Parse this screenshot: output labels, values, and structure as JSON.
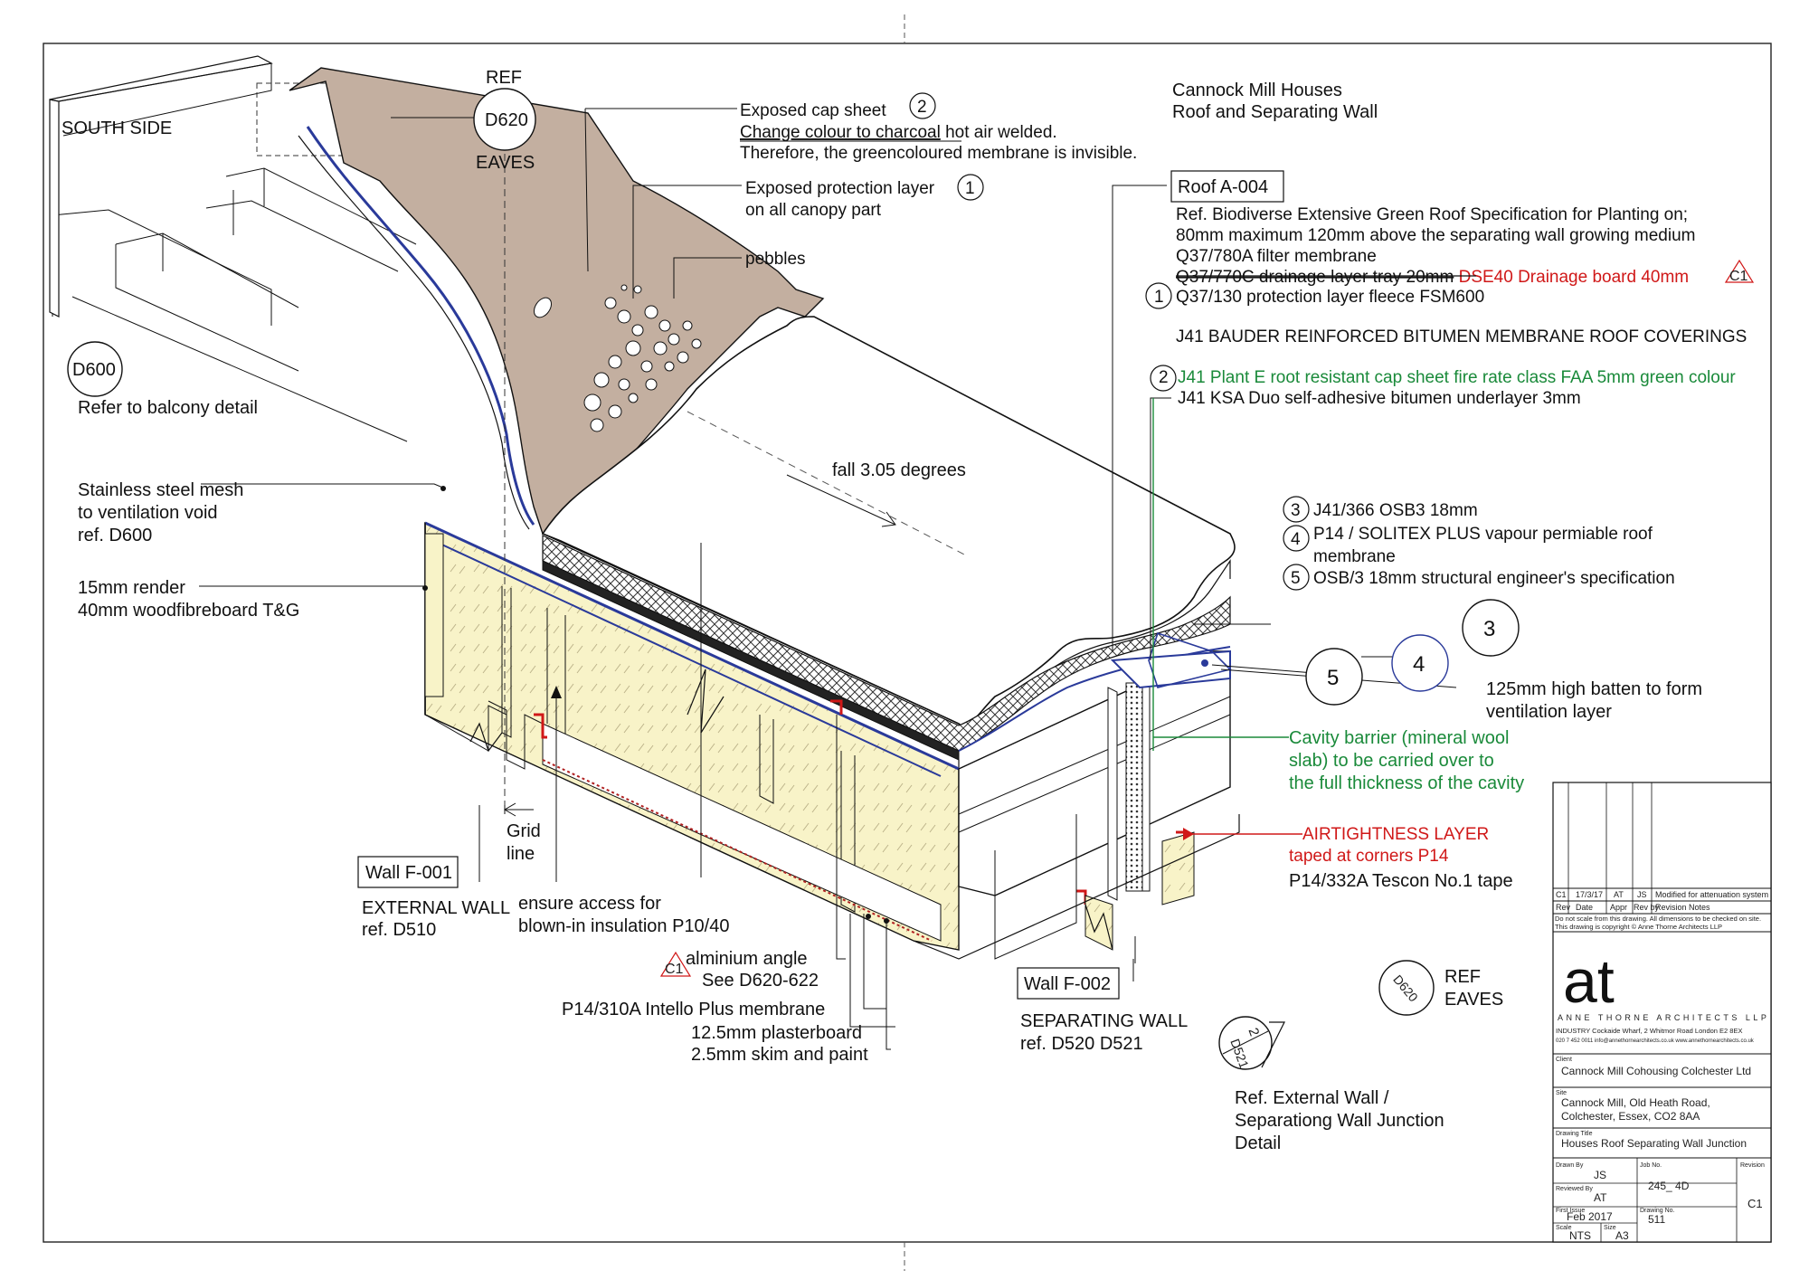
{
  "project": {
    "title_line1": "Cannock Mill Houses",
    "title_line2": "Roof and Separating Wall"
  },
  "labels": {
    "south_side": "SOUTH SIDE",
    "ref_top": "REF",
    "d620_bubble": "D620",
    "eaves_top": "EAVES",
    "d600_bubble": "D600",
    "refer_balcony": "Refer to balcony detail",
    "mesh_line1": "Stainless steel mesh",
    "mesh_line2": "to ventilation void",
    "mesh_line3": "ref. D600",
    "render_line1": "15mm render",
    "render_line2": "40mm woodfibreboard T&G",
    "cap_sheet_line1": "Exposed cap sheet",
    "cap_sheet_num": "2",
    "cap_sheet_line2a": "Change colour to charcoal",
    "cap_sheet_line2b": " hot air welded.",
    "cap_sheet_line3": "Therefore, the greencoloured membrane is invisible.",
    "protection_line1": "Exposed protection layer",
    "protection_num": "1",
    "protection_line2": "on all canopy part",
    "pebbles": "pebbles",
    "fall": "fall 3.05 degrees",
    "roof_ref": "Roof A-004",
    "spec_line1": "Ref. Biodiverse Extensive Green Roof Specification for Planting on;",
    "spec_line2": "80mm maximum 120mm above the separating wall growing medium",
    "spec_line3": "Q37/780A filter membrane",
    "spec_line4_struck": "Q37/770C  drainage layer tray 20mm",
    "spec_line4_red": " DSE40 Drainage board 40mm",
    "spec_c1": "C1",
    "spec_num1": "1",
    "spec_line5": "Q37/130 protection layer fleece FSM600",
    "spec_line6": "J41 BAUDER REINFORCED BITUMEN MEMBRANE ROOF COVERINGS",
    "spec_num2": "2",
    "spec_line7": "J41 Plant E root resistant cap sheet fire rate class FAA 5mm green colour",
    "spec_line8": "J41 KSA Duo self-adhesive bitumen underlayer 3mm",
    "layer3_num": "3",
    "layer3": "J41/366 OSB3 18mm",
    "layer4_num": "4",
    "layer4a": "P14 /        SOLITEX PLUS vapour permiable roof",
    "layer4b": "membrane",
    "layer5_num": "5",
    "layer5": "OSB/3 18mm structural engineer's specification",
    "bubble3": "3",
    "bubble5": "5",
    "bubble4": "4",
    "batten_line1": "125mm high batten to form",
    "batten_line2": "ventilation layer",
    "cavity_line1": "Cavity barrier (mineral wool",
    "cavity_line2": "slab) to be carried over to",
    "cavity_line3": "the full thickness of the cavity",
    "airtight_line1": "AIRTIGHTNESS LAYER",
    "airtight_line2": "taped at corners P14",
    "tescon": "P14/332A Tescon No.1 tape",
    "grid_line1": "Grid",
    "grid_line2": "line",
    "wall_f001": "Wall F-001",
    "ext_wall_line1": "EXTERNAL WALL",
    "ext_wall_line2": "ref. D510",
    "access_line1": "ensure access for",
    "access_line2": "blown-in insulation P10/40",
    "c1_angle": "C1",
    "angle_line1": "alminium angle",
    "angle_line2": "See D620-622",
    "intello": "P14/310A Intello Plus membrane",
    "plasterboard": "12.5mm plasterboard",
    "skim": "2.5mm skim and paint",
    "wall_f002": "Wall F-002",
    "sep_wall_line1": "SEPARATING WALL",
    "sep_wall_line2": "ref. D520 D521",
    "d620_small": "D620",
    "ref_eaves_line1": "REF",
    "ref_eaves_line2": "EAVES",
    "d521_num": "2",
    "d521_ref": "D521",
    "junction_line1": "Ref. External Wall /",
    "junction_line2": "Separationg Wall Junction",
    "junction_line3": "Detail"
  },
  "title_block": {
    "rev_row": [
      "C1",
      "17/3/17",
      "AT",
      "JS",
      "Modified for attenuation system"
    ],
    "rev_headers": [
      "Rev",
      "Date",
      "Appr",
      "Rev by",
      "Revision Notes"
    ],
    "note1": "Do not scale from this drawing. All dimensions to be checked on site.",
    "note2": "This drawing is copyright © Anne Thorne Architects LLP",
    "logo": "at",
    "firm": "ANNE THORNE ARCHITECTS LLP",
    "address": "INDUSTRY Cockaide Wharf, 2 Whitmor Road London E2 8EX",
    "contact": "020 7 452 0011   info@annethornearchitects.co.uk   www.annethornearchitects.co.uk",
    "client_label": "Client",
    "client": "Cannock Mill Cohousing Colchester Ltd",
    "site_label": "Site",
    "site_line1": "Cannock Mill, Old Heath Road,",
    "site_line2": "Colchester, Essex, CO2 8AA",
    "drawing_title_label": "Drawing Title",
    "drawing_title": "Houses Roof Separating Wall Junction",
    "drawn_by_label": "Drawn By",
    "drawn_by": "JS",
    "job_no_label": "Job No.",
    "job_no": "245_ 4D",
    "revision_label": "Revision",
    "revision": "C1",
    "reviewed_label": "Reviewed By",
    "reviewed_by": "AT",
    "date_label": "First Issue",
    "date": "Feb 2017",
    "drawing_no_label": "Drawing No.",
    "drawing_no": "511",
    "scale_label": "Scale",
    "scale": "NTS",
    "size_label": "Size",
    "size": "A3"
  },
  "colors": {
    "membrane": "#c3afa0",
    "insulation": "#f8f3c8",
    "airtight_red": "#d01818",
    "green_text": "#1a8a3a",
    "blue_line": "#2a3a9a"
  }
}
